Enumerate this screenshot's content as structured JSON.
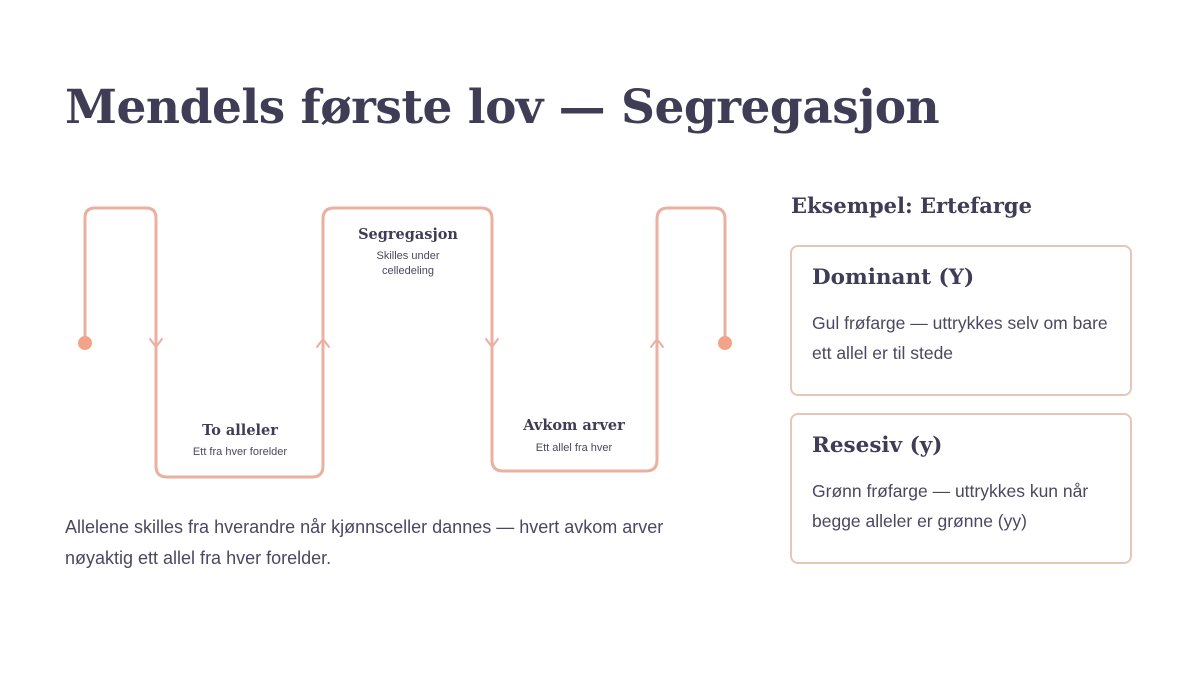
{
  "title": "Mendels første lov — Segregasjon",
  "colors": {
    "accent": "#eab0a0",
    "dot": "#f2a48a",
    "card_border": "#e6c6b6",
    "text": "#3f3d56"
  },
  "diagram": {
    "steps": [
      {
        "title": "To alleler",
        "subtitle": [
          "Ett fra hver forelder"
        ]
      },
      {
        "title": "Segregasjon",
        "subtitle": [
          "Skilles under",
          "celledeling"
        ]
      },
      {
        "title": "Avkom arver",
        "subtitle": [
          "Ett allel fra hver"
        ]
      }
    ]
  },
  "caption": "Allelene skilles fra hverandre når kjønnsceller dannes — hvert avkom arver nøyaktig ett allel fra hver forelder.",
  "example": {
    "heading": "Eksempel: Ertefarge",
    "cards": [
      {
        "title": "Dominant (Y)",
        "text": "Gul frøfarge — uttrykkes selv om bare ett allel er til stede"
      },
      {
        "title": "Resesiv (y)",
        "text": "Grønn frøfarge — uttrykkes kun når begge alleler er grønne (yy)"
      }
    ]
  }
}
